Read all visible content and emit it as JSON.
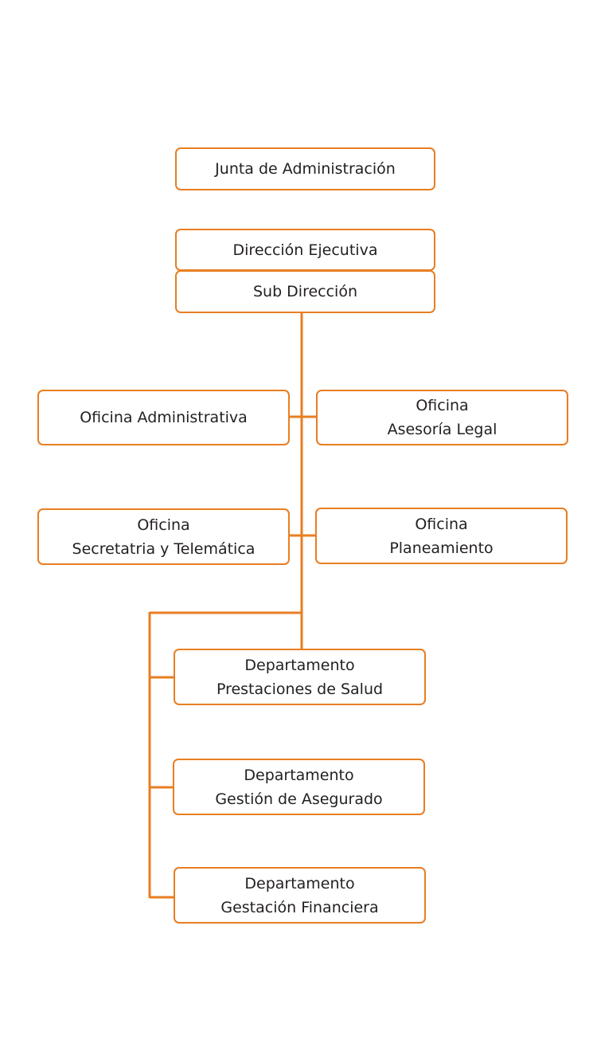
{
  "accent_color": "#E87E22",
  "nodes": {
    "junta": {
      "lines": [
        "Junta de Administración"
      ]
    },
    "direccion": {
      "lines": [
        "Dirección Ejecutiva"
      ]
    },
    "subdireccion": {
      "lines": [
        "Sub Dirección"
      ]
    },
    "administrativa": {
      "lines": [
        "Oficina Administrativa"
      ]
    },
    "asesoria": {
      "lines": [
        "Oficina",
        "Asesoría Legal"
      ]
    },
    "secretaria": {
      "lines": [
        "Oficina",
        "Secretatria y Telemática"
      ]
    },
    "planeamiento": {
      "lines": [
        "Oficina",
        "Planeamiento"
      ]
    },
    "prestaciones": {
      "lines": [
        "Departamento",
        "Prestaciones de Salud"
      ]
    },
    "asegurado": {
      "lines": [
        "Departamento",
        "Gestión de Asegurado"
      ]
    },
    "financiera": {
      "lines": [
        "Departamento",
        "Gestación Financiera"
      ]
    }
  }
}
